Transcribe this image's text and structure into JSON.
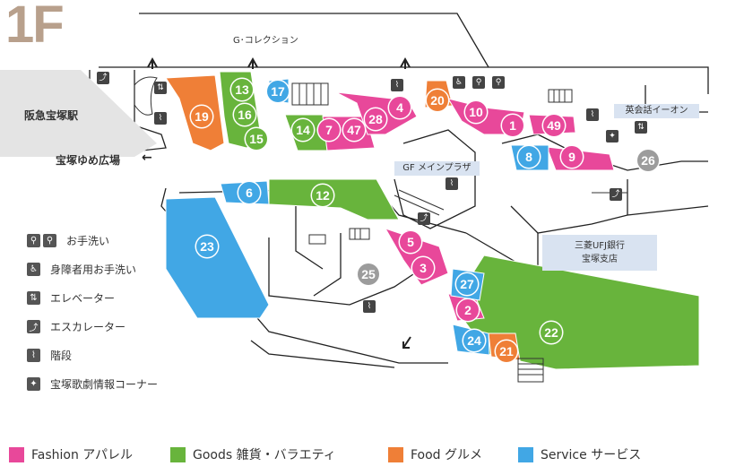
{
  "floor": "1F",
  "places": {
    "g_collection": "G･コレクション",
    "hankyu": "阪急宝塚駅",
    "yume": "宝塚ゆめ広場",
    "gf_plaza": "GF メインプラザ",
    "aeon": "英会話イーオン",
    "bank_line1": "三菱UFJ銀行",
    "bank_line2": "宝塚支店"
  },
  "colors": {
    "fashion": "#e8489a",
    "goods": "#68b43c",
    "food": "#ef7f37",
    "service": "#41a7e5",
    "other": "#9c9c9c"
  },
  "shops": [
    {
      "n": "1",
      "c": "fashion"
    },
    {
      "n": "2",
      "c": "fashion"
    },
    {
      "n": "3",
      "c": "fashion"
    },
    {
      "n": "4",
      "c": "fashion"
    },
    {
      "n": "5",
      "c": "fashion"
    },
    {
      "n": "6",
      "c": "service"
    },
    {
      "n": "7",
      "c": "fashion"
    },
    {
      "n": "8",
      "c": "service"
    },
    {
      "n": "9",
      "c": "fashion"
    },
    {
      "n": "10",
      "c": "fashion"
    },
    {
      "n": "12",
      "c": "goods"
    },
    {
      "n": "13",
      "c": "goods"
    },
    {
      "n": "14",
      "c": "goods"
    },
    {
      "n": "15",
      "c": "goods"
    },
    {
      "n": "16",
      "c": "goods"
    },
    {
      "n": "17",
      "c": "service"
    },
    {
      "n": "19",
      "c": "food"
    },
    {
      "n": "20",
      "c": "food"
    },
    {
      "n": "21",
      "c": "food"
    },
    {
      "n": "22",
      "c": "goods"
    },
    {
      "n": "23",
      "c": "service"
    },
    {
      "n": "24",
      "c": "service"
    },
    {
      "n": "25",
      "c": "other"
    },
    {
      "n": "26",
      "c": "other"
    },
    {
      "n": "27",
      "c": "service"
    },
    {
      "n": "28",
      "c": "fashion"
    },
    {
      "n": "47",
      "c": "fashion"
    },
    {
      "n": "49",
      "c": "fashion"
    }
  ],
  "legend": [
    {
      "icon": "restroom-icon",
      "label": "お手洗い"
    },
    {
      "icon": "accessible-restroom-icon",
      "label": "身障者用お手洗い"
    },
    {
      "icon": "elevator-icon",
      "label": "エレベーター"
    },
    {
      "icon": "escalator-icon",
      "label": "エスカレーター"
    },
    {
      "icon": "stairs-icon",
      "label": "階段"
    },
    {
      "icon": "theater-corner-icon",
      "label": "宝塚歌劇情報コーナー"
    }
  ],
  "categories": [
    {
      "key": "fashion",
      "label": "Fashion アパレル"
    },
    {
      "key": "goods",
      "label": "Goods 雑貨・バラエティ"
    },
    {
      "key": "food",
      "label": "Food グルメ"
    },
    {
      "key": "service",
      "label": "Service サービス"
    }
  ]
}
